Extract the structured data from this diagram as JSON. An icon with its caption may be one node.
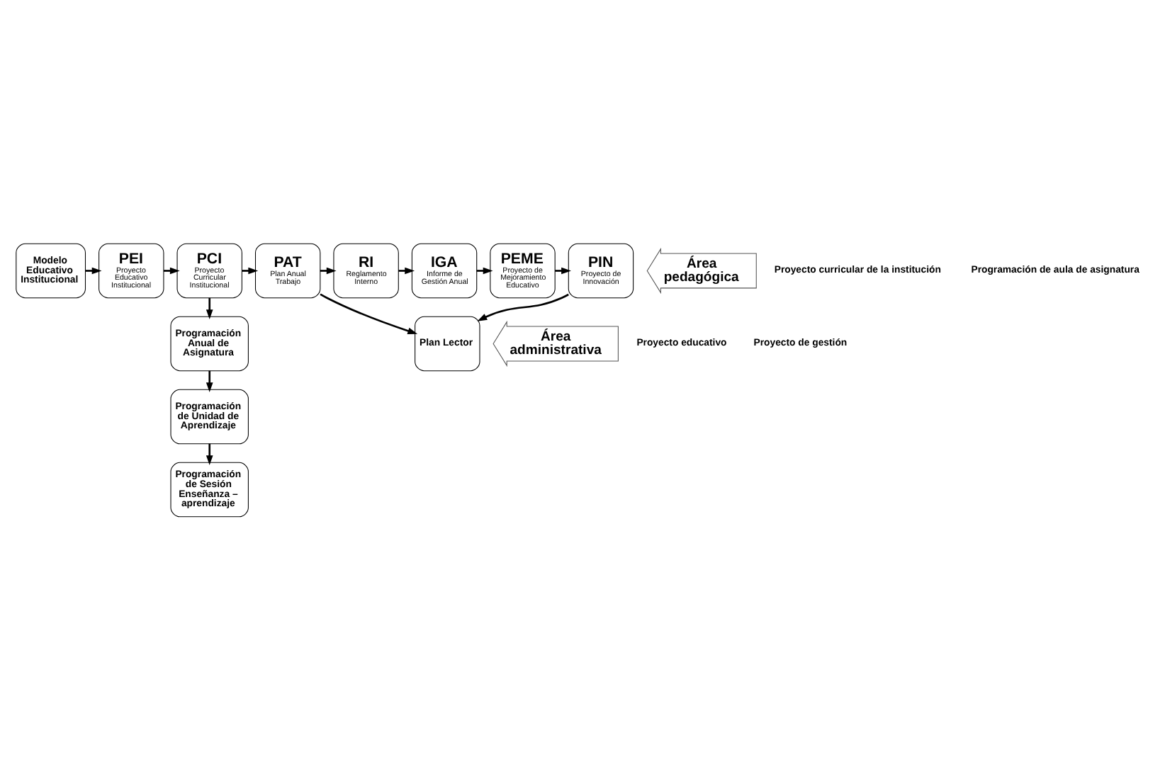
{
  "diagram": {
    "nodes": [
      {
        "text": [
          "Modelo Educativo Institucional"
        ]
      },
      {
        "text": [
          "PEI",
          "Proyecto Educativo Institucional"
        ]
      },
      {
        "text": [
          "PCI",
          "Proyecto Curricular Institucional"
        ]
      },
      {
        "text": [
          "PAT",
          "Plan Anual Trabajo"
        ]
      },
      {
        "text": [
          "RI",
          "Reglamento Interno"
        ]
      },
      {
        "text": [
          "IGA",
          "Informe de Gestión Anual"
        ]
      },
      {
        "text": [
          "PEME",
          "Proyecto de Mejoramiento Educativo"
        ]
      },
      {
        "text": [
          "PIN",
          "Proyecto de Innovación"
        ]
      },
      {
        "text": [
          "Programación Anual de Asignatura"
        ]
      },
      {
        "text": [
          "Plan Lector"
        ]
      },
      {
        "text": [
          "Programación de Unidad de Aprendizaje"
        ]
      },
      {
        "text": [
          "Programación de Sesión Enseñanza – aprendizaje"
        ]
      },
      {
        "text": [
          "Área pedagógica"
        ]
      },
      {
        "text": [
          "Área administrativa"
        ]
      }
    ],
    "edges": [
      {
        "from": 0,
        "to": 1,
        "arrow": "to"
      },
      {
        "from": 1,
        "to": 2,
        "arrow": "to"
      },
      {
        "from": 2,
        "to": 3,
        "arrow": "to"
      },
      {
        "from": 3,
        "to": 4,
        "arrow": "to"
      },
      {
        "from": 4,
        "to": 5,
        "arrow": "to"
      },
      {
        "from": 5,
        "to": 6,
        "arrow": "to"
      },
      {
        "from": 6,
        "to": 7,
        "arrow": "to"
      },
      {
        "from": 2,
        "to": 8,
        "arrow": "to"
      },
      {
        "from": 3,
        "to": 9,
        "arrow": "to"
      },
      {
        "from": 7,
        "to": 9,
        "arrow": "to"
      },
      {
        "from": 8,
        "to": 10,
        "arrow": "to"
      },
      {
        "from": 10,
        "to": 11,
        "arrow": "to"
      }
    ],
    "labels": [
      "Proyecto curricular de la institución",
      "Programación de aula de asignatura",
      "Proyecto educativo",
      "Proyecto de gestión"
    ]
  }
}
